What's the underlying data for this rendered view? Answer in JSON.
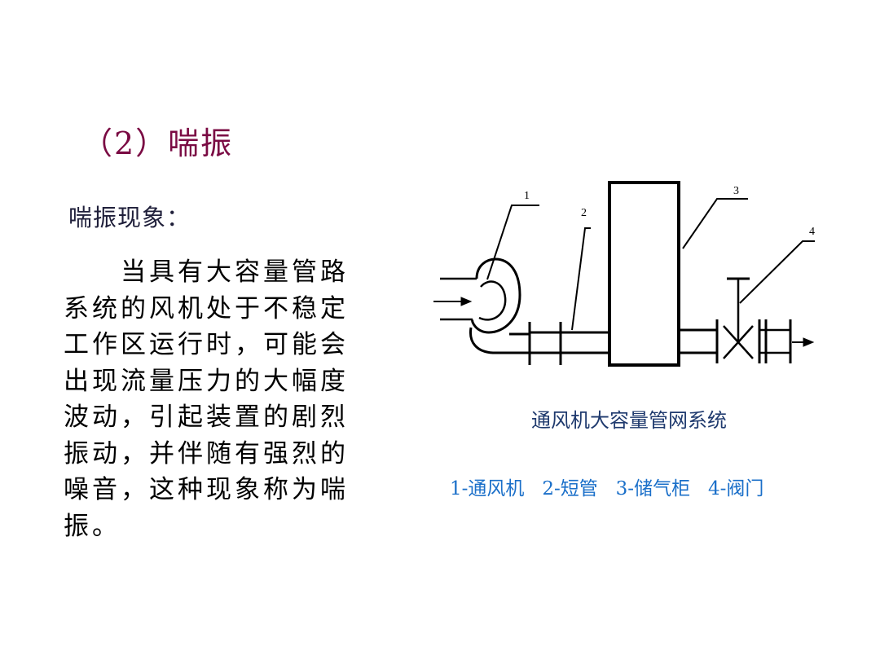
{
  "title": "（2）喘振",
  "subtitle": "喘振现象：",
  "body": "当具有大容量管路系统的风机处于不稳定工作区运行时，可能会出现流量压力的大幅度波动，引起装置的剧烈振动，并伴随有强烈的噪音，这种现象称为喘振。",
  "diagram": {
    "labels": [
      "1",
      "2",
      "3",
      "4"
    ],
    "caption": "通风机大容量管网系统",
    "legend": "1-通风机   2-短管   3-储气柜   4-阀门"
  }
}
